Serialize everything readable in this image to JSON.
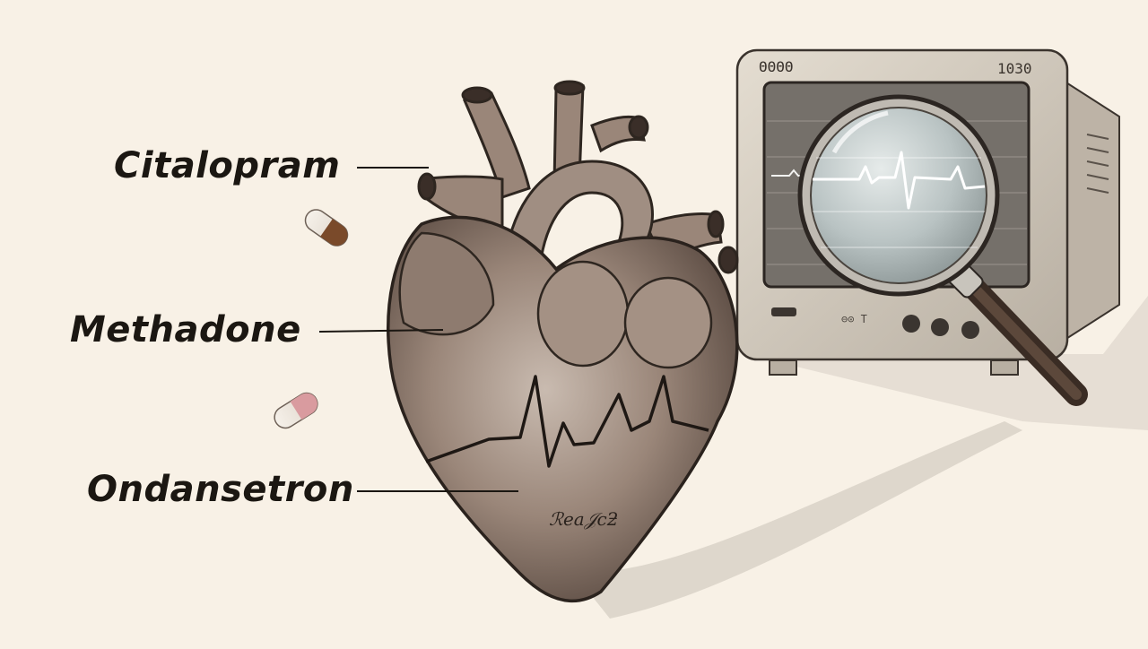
{
  "labels": [
    {
      "text": "Citalopram"
    },
    {
      "text": "Methadone"
    },
    {
      "text": "Ondansetron"
    }
  ],
  "monitor": {
    "top_left_text": "ΘΘΘΘ",
    "top_right_text": "1030"
  },
  "heart_scribble": "ℛea𝒥cƻ",
  "colors": {
    "background": "#f8f1e6",
    "ink": "#1b1712",
    "heart": "#8c7a6d",
    "monitor_body": "#d9d1c4",
    "screen": "#7b7670"
  },
  "icons": [
    "heart-illustration",
    "ecg-monitor",
    "magnifying-glass",
    "pill-capsule",
    "pill-capsule"
  ]
}
